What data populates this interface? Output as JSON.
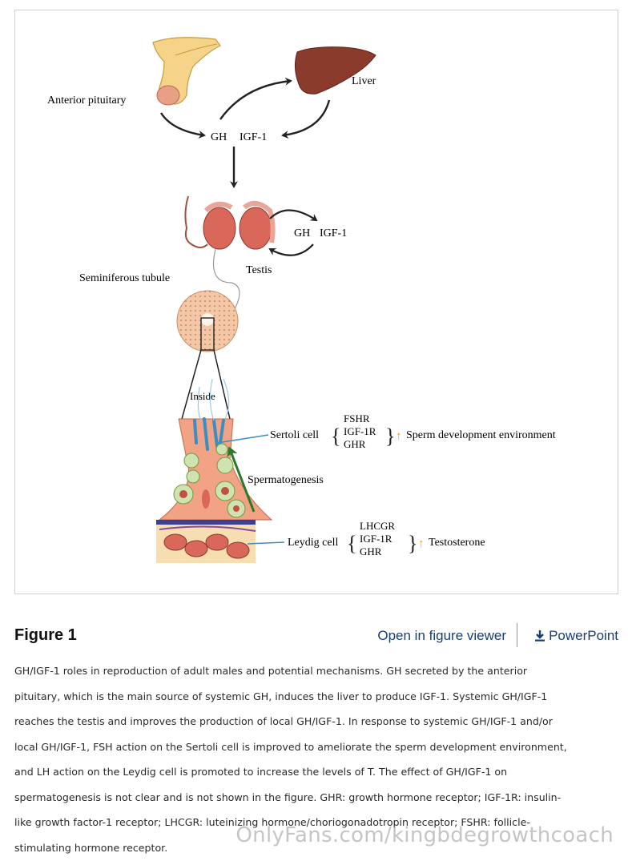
{
  "diagram": {
    "labels": {
      "anterior_pituitary": "Anterior pituitary",
      "liver": "Liver",
      "gh_top": "GH",
      "igf1_top": "IGF-1",
      "gh_testis": "GH",
      "igf1_testis": "IGF-1",
      "testis": "Testis",
      "seminiferous_tubule": "Seminiferous tubule",
      "inside": "Inside",
      "sertoli_cell": "Sertoli cell",
      "sertoli_receptors": [
        "FSHR",
        "IGF-1R",
        "GHR"
      ],
      "sertoli_effect_arrow": "↑",
      "sertoli_effect": "Sperm development environment",
      "spermatogenesis": "Spermatogenesis",
      "leydig_cell": "Leydig cell",
      "leydig_receptors": [
        "LHCGR",
        "IGF-1R",
        "GHR"
      ],
      "leydig_effect_arrow": "↑",
      "leydig_effect": "Testosterone"
    }
  },
  "figure": {
    "title": "Figure 1",
    "open_viewer": "Open in figure viewer",
    "powerpoint": "PowerPoint",
    "download_icon": "download-icon",
    "caption_lines": [
      "GH/IGF-1 roles in reproduction of adult males and potential mechanisms. GH secreted by the anterior",
      "pituitary, which is the main source of systemic GH, induces the liver to produce IGF-1. Systemic GH/IGF-1",
      "reaches the testis and improves the production of local GH/IGF-1. In response to systemic GH/IGF-1 and/or",
      "local GH/IGF-1, FSH action on the Sertoli cell is improved to ameliorate the sperm development environment,",
      "and LH action on the Leydig cell is promoted to increase the levels of T. The effect of GH/IGF-1 on",
      "spermatogenesis is not clear and is not shown in the figure. GHR: growth hormone receptor; IGF-1R: insulin-",
      "like growth factor-1 receptor; LHCGR: luteinizing hormone/choriogonadotropin receptor; FSHR: follicle-",
      "stimulating hormone receptor."
    ]
  },
  "watermark": "OnlyFans.com/kingbdegrowthcoach",
  "colors": {
    "link": "#1a3e72",
    "arrow_up": "#e8a020",
    "spermatogenesis_arrow": "#2a7a2a",
    "organ_red": "#d9675a",
    "liver": "#8a3b2c"
  }
}
